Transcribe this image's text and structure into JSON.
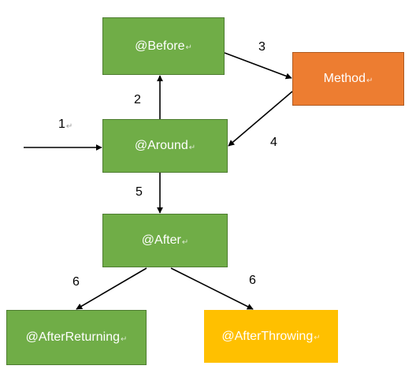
{
  "nodes": {
    "before": {
      "label": "@Before",
      "mark": "↵"
    },
    "method": {
      "label": "Method",
      "mark": "↵"
    },
    "around": {
      "label": "@Around",
      "mark": "↵"
    },
    "after": {
      "label": "@After",
      "mark": "↵"
    },
    "after_returning": {
      "label": "@AfterReturning",
      "mark": "↵"
    },
    "after_throwing": {
      "label": "@AfterThrowing",
      "mark": "↵"
    }
  },
  "steps": {
    "entry": {
      "label": "1",
      "mark": "↵"
    },
    "around_to_before": {
      "label": "2"
    },
    "before_to_method": {
      "label": "3"
    },
    "method_to_around": {
      "label": "4"
    },
    "around_to_after": {
      "label": "5"
    },
    "after_to_returning": {
      "label": "6"
    },
    "after_to_throwing": {
      "label": "6"
    }
  },
  "colors": {
    "advice_green": "#70ad47",
    "method_orange": "#ed7d31",
    "throwing_yellow": "#ffc000",
    "arrow": "#000000"
  }
}
